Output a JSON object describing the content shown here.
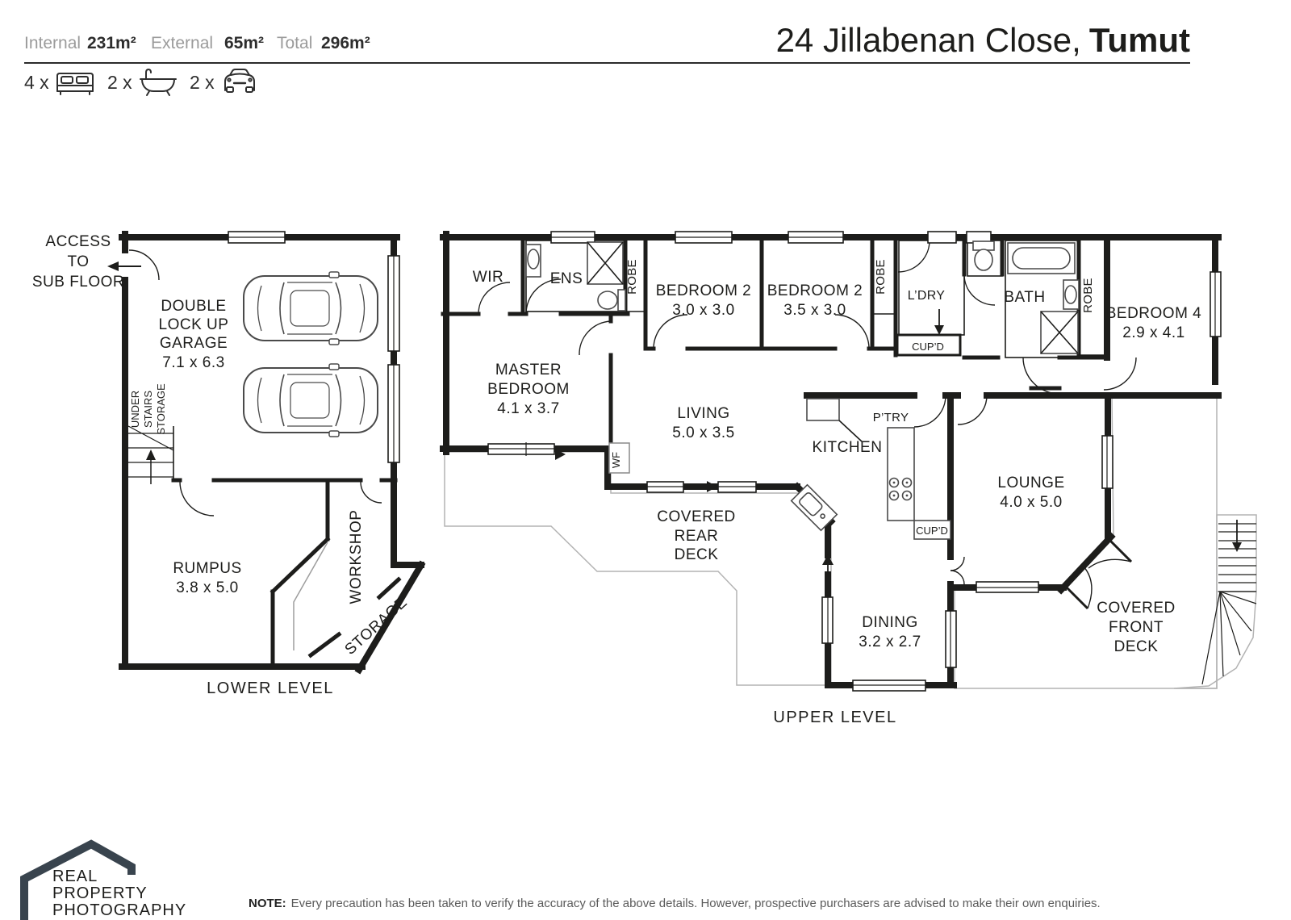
{
  "header": {
    "internal_label": "Internal",
    "internal_value": "231m²",
    "external_label": "External",
    "external_value": "65m²",
    "total_label": "Total",
    "total_value": "296m²",
    "title_regular": "24 Jillabenan Close,",
    "title_bold": "Tumut",
    "bed_count": "4 x",
    "bath_count": "2 x",
    "car_count": "2 x"
  },
  "lower_level": {
    "caption": "LOWER LEVEL",
    "access_1": "ACCESS",
    "access_2": "TO",
    "access_3": "SUB FLOOR",
    "garage_1": "DOUBLE",
    "garage_2": "LOCK UP",
    "garage_3": "GARAGE",
    "garage_dims": "7.1 x 6.3",
    "under_stairs_1": "UNDER",
    "under_stairs_2": "STAIRS",
    "under_stairs_3": "STORAGE",
    "rumpus_name": "RUMPUS",
    "rumpus_dims": "3.8 x 5.0",
    "workshop": "WORKSHOP",
    "storage": "STORAGE"
  },
  "upper_level": {
    "caption": "UPPER LEVEL",
    "wir": "WIR",
    "ens": "ENS",
    "robe_1": "ROBE",
    "robe_2": "ROBE",
    "robe_3": "ROBE",
    "master_1": "MASTER",
    "master_2": "BEDROOM",
    "master_dims": "4.1 x 3.7",
    "bed2a_name": "BEDROOM 2",
    "bed2a_dims": "3.0 x 3.0",
    "bed2b_name": "BEDROOM 2",
    "bed2b_dims": "3.5 x 3.0",
    "bed4_name": "BEDROOM 4",
    "bed4_dims": "2.9 x 4.1",
    "ldry": "L’DRY",
    "cupd_hall": "CUP’D",
    "cupd_kitchen": "CUP’D",
    "bath": "BATH",
    "ptry": "P’TRY",
    "kitchen": "KITCHEN",
    "living_name": "LIVING",
    "living_dims": "5.0 x 3.5",
    "lounge_name": "LOUNGE",
    "lounge_dims": "4.0 x 5.0",
    "dining_name": "DINING",
    "dining_dims": "3.2 x 2.7",
    "rear_deck_1": "COVERED",
    "rear_deck_2": "REAR",
    "rear_deck_3": "DECK",
    "front_deck_1": "COVERED",
    "front_deck_2": "FRONT",
    "front_deck_3": "DECK",
    "wf": "WF"
  },
  "footer": {
    "logo_1": "REAL",
    "logo_2": "PROPERTY",
    "logo_3": "PHOTOGRAPHY",
    "note_label": "NOTE:",
    "note_text": "Every precaution has been taken to verify the accuracy of the above details. However, prospective purchasers are advised to make their own enquiries."
  },
  "colors": {
    "deck": "#d2bb82",
    "wall": "#1d1d1b",
    "logo": "#39444e",
    "accent_gray": "#9b9b9b"
  }
}
